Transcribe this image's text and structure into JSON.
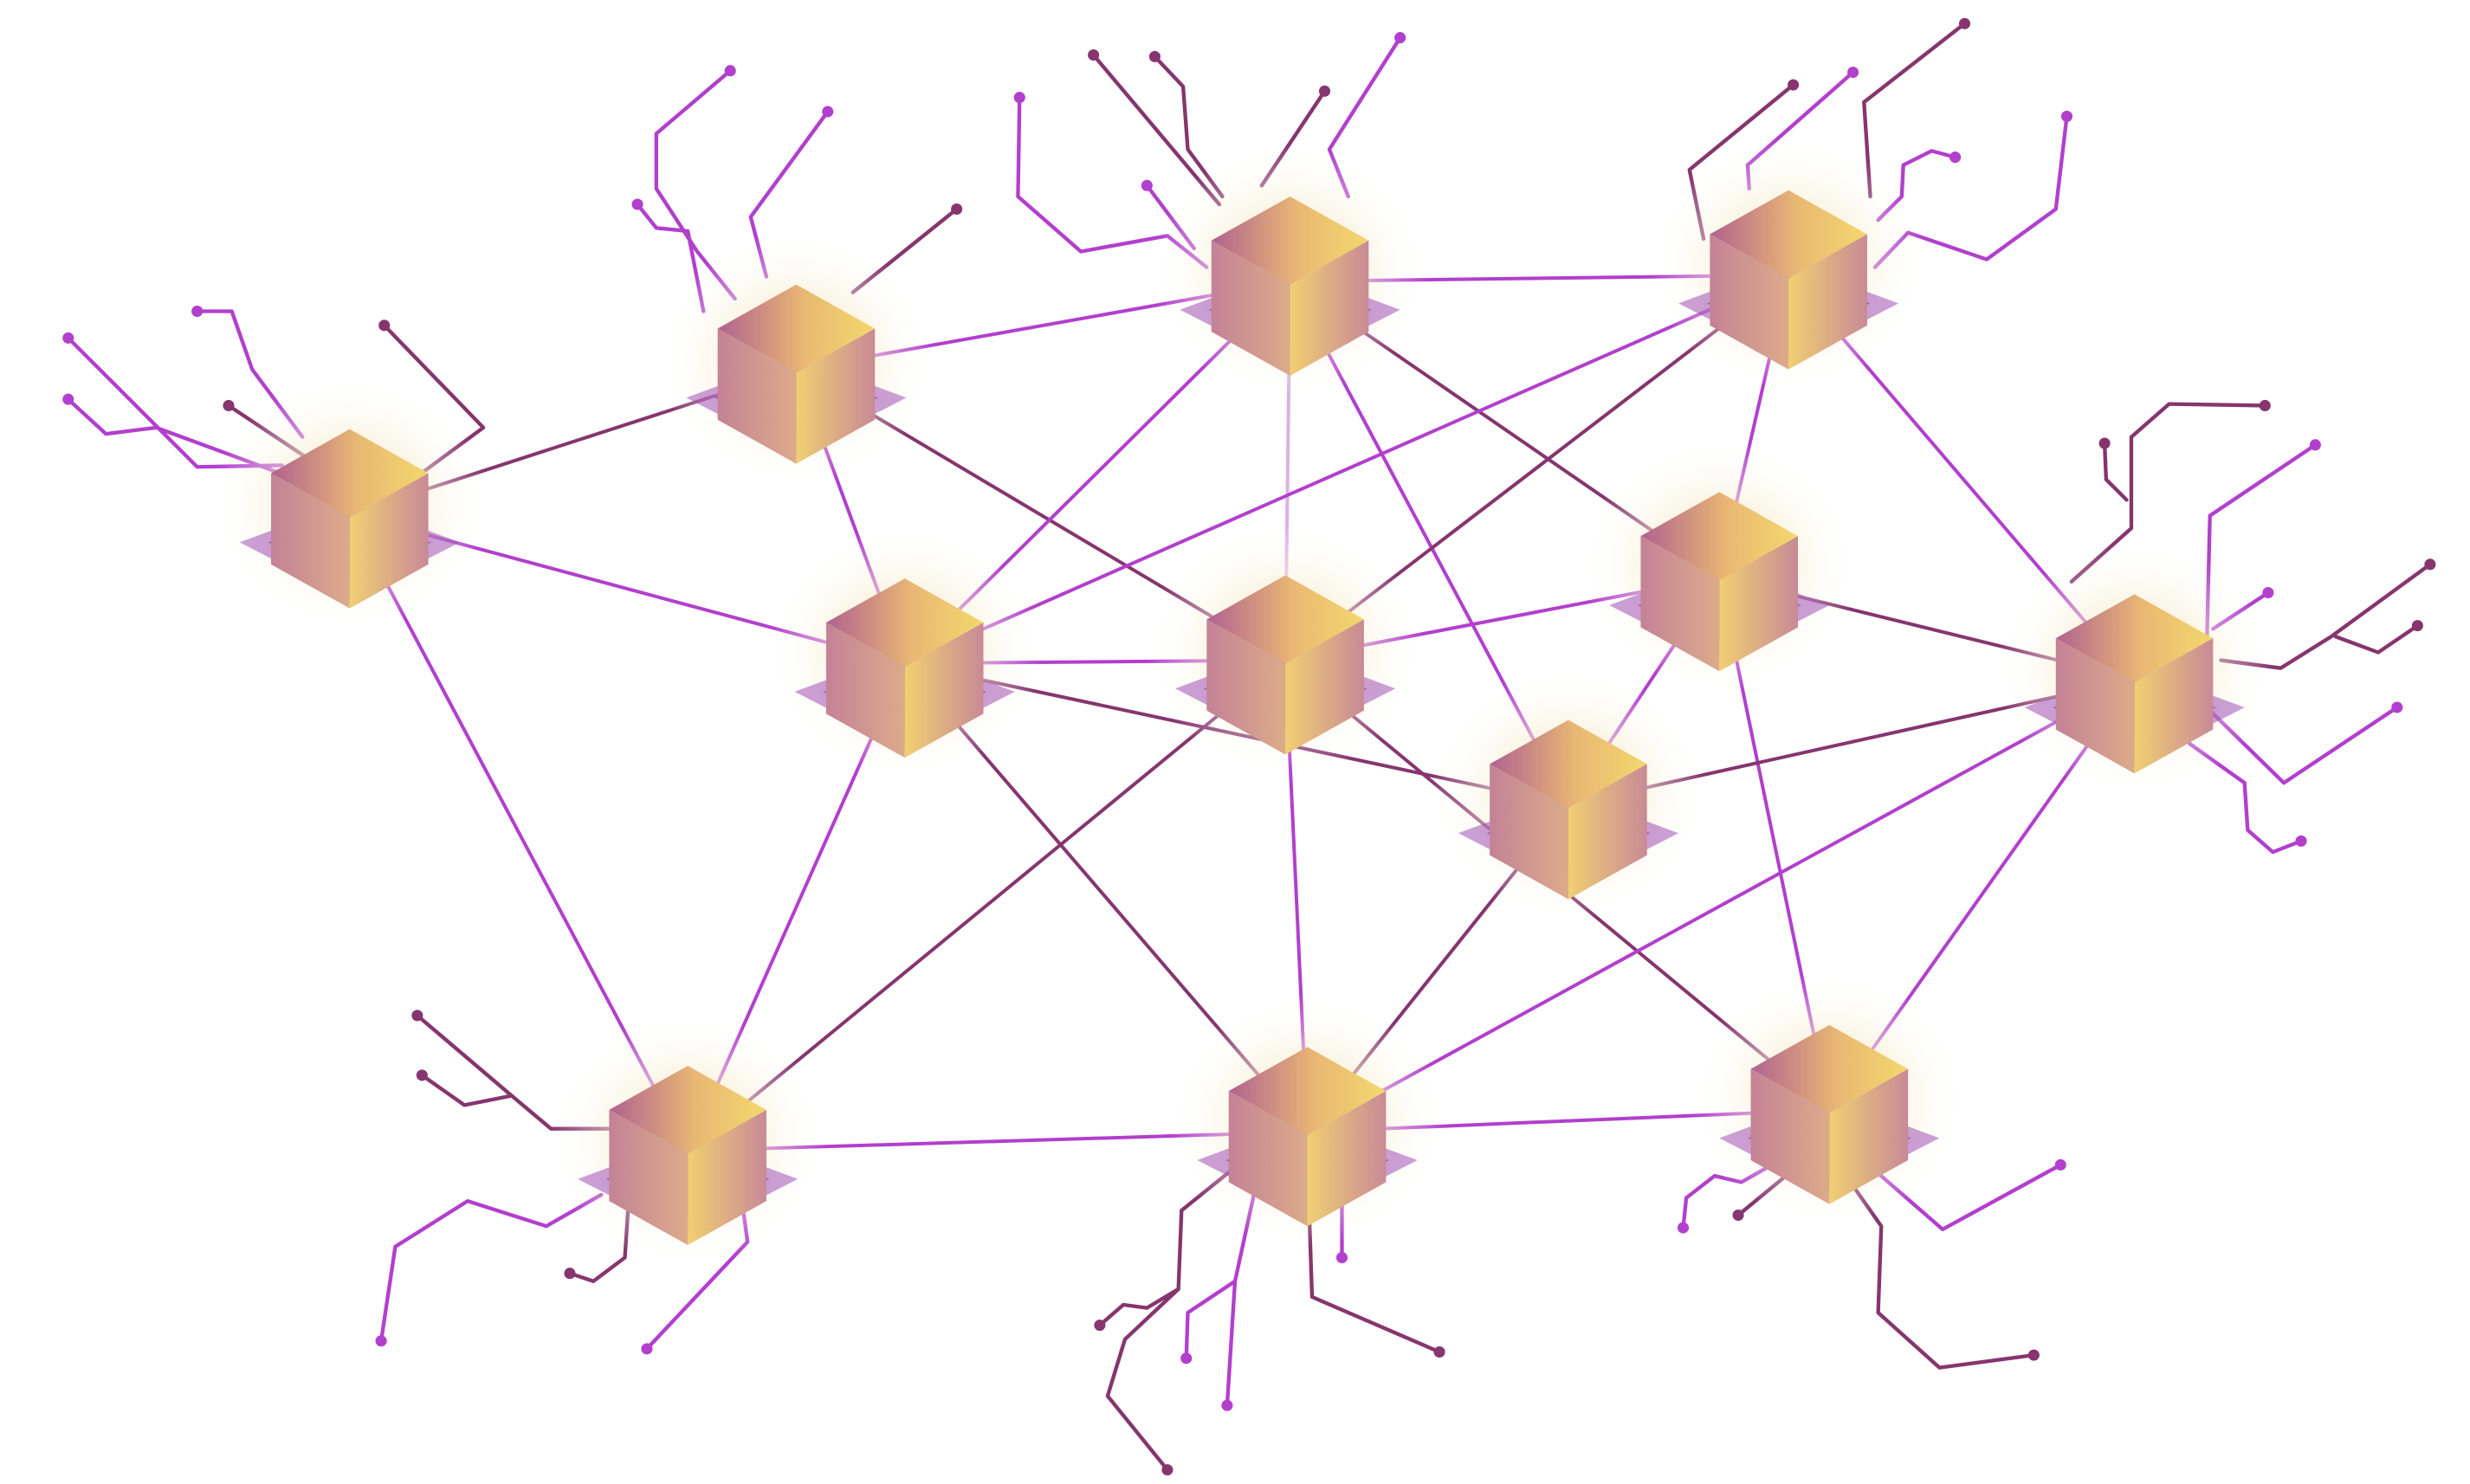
{
  "colors": {
    "background": "#ffffff",
    "link_violet": "#b23fcd",
    "link_plum": "#86356e",
    "link_faint": "#dcb0e6",
    "cube_top_left": "#b5658f",
    "cube_top_right": "#f2d36d",
    "cube_left_face": "#d5a18e",
    "cube_right_face": "#f0cc74",
    "platform": "#a050b4",
    "glow": "#f6ecc8"
  },
  "diagram": {
    "type": "blockchain-network",
    "node_icon": "cube-icon",
    "node_count": 12,
    "link_count": 32,
    "has_text": false
  }
}
